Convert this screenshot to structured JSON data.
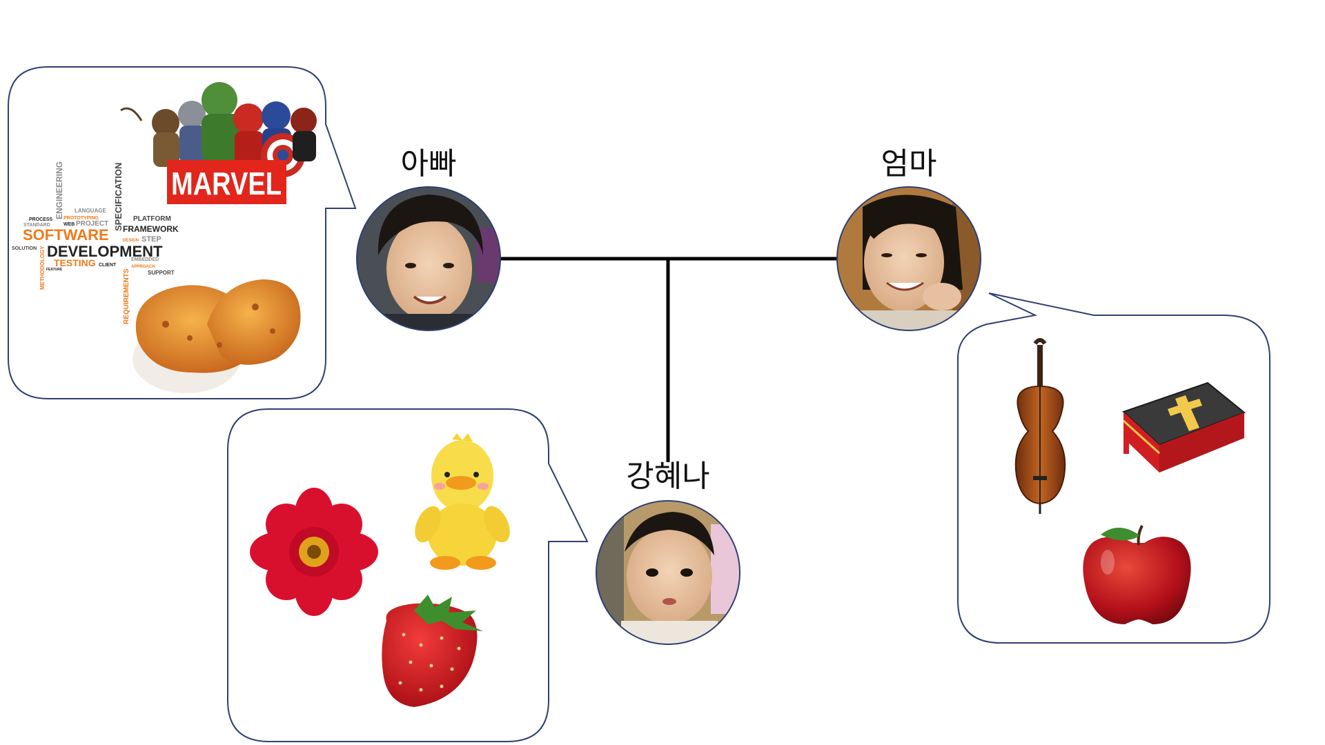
{
  "people": {
    "dad": {
      "name": "아빠"
    },
    "mom": {
      "name": "엄마"
    },
    "child": {
      "name": "강혜나"
    }
  },
  "dad_interests": {
    "marvel_logo": "MARVEL",
    "word_cloud": {
      "software": "SOFTWARE",
      "development": "DEVELOPMENT",
      "testing": "TESTING",
      "framework": "FRAMEWORK",
      "platform": "PLATFORM",
      "language": "LANGUAGE",
      "project": "PROJECT",
      "process": "PROCESS",
      "standard": "STANDARD",
      "solution": "SOLUTION",
      "prototyping": "PROTOTYPING",
      "web": "WEB",
      "step": "STEP",
      "design": "DESIGN",
      "client": "CLIENT",
      "embedded": "EMBEDDED",
      "approach": "APPROACH",
      "support": "SUPPORT",
      "feature": "FEATURE",
      "engineering": "ENGINEERING",
      "specification": "SPECIFICATION",
      "methodology": "METHODOLOGY",
      "requirements": "REQUIREMENTS"
    },
    "items": [
      "marvel-heroes",
      "software-development-word-cloud",
      "fried-chicken"
    ]
  },
  "mom_interests": {
    "items": [
      "cello",
      "bible",
      "apple"
    ]
  },
  "child_interests": {
    "items": [
      "red-flower",
      "yellow-duck-plush",
      "strawberry"
    ]
  },
  "colors": {
    "bubble_stroke": "#2F3F73",
    "line": "#000000",
    "marvel_red": "#E2261C",
    "word_orange": "#F07A1A",
    "word_dark": "#222222",
    "word_gray": "#8A8A8A"
  }
}
